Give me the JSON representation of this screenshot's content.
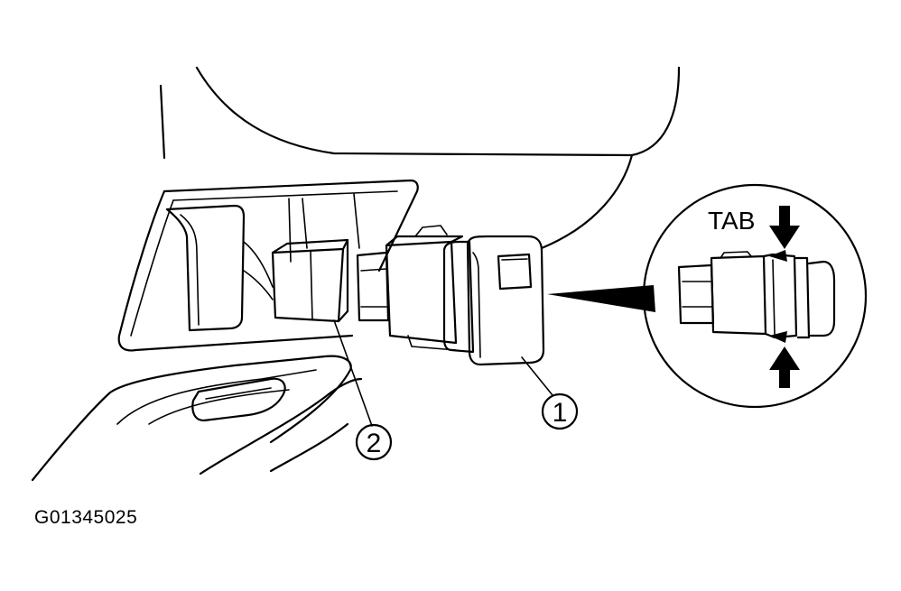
{
  "figure_id": "G01345025",
  "callouts": {
    "one": "1",
    "two": "2"
  },
  "detail": {
    "tab_label": "TAB"
  },
  "colors": {
    "ink": "#000000",
    "background": "#ffffff"
  }
}
